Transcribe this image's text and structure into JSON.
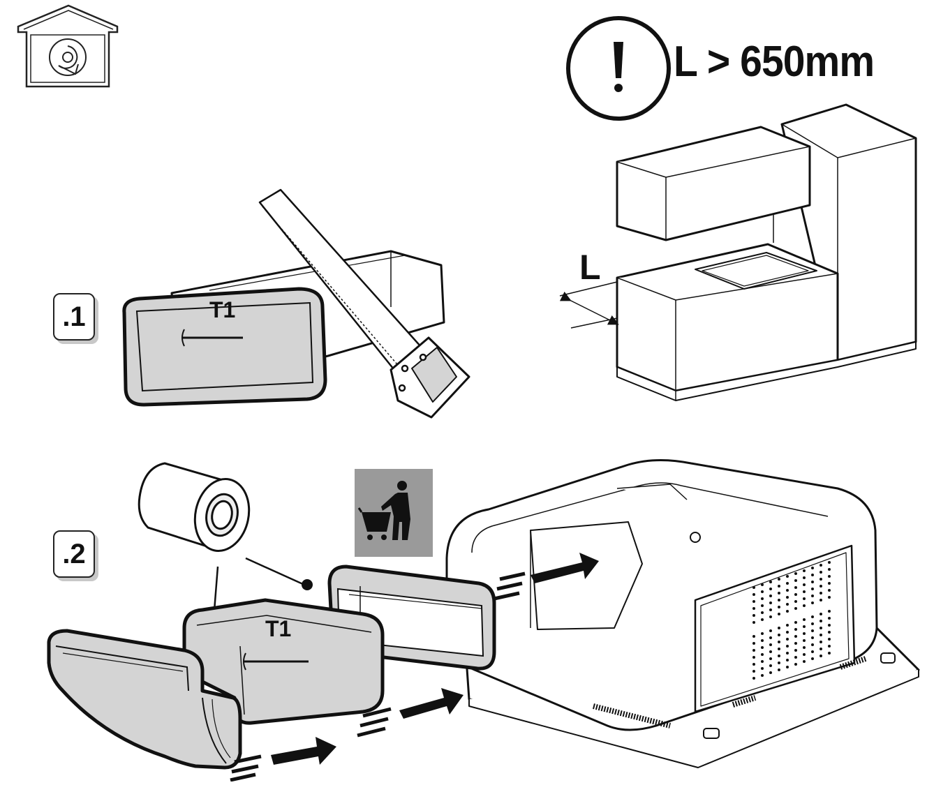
{
  "warning": {
    "requirement_text": "L > 650mm",
    "dimension_label": "L"
  },
  "steps": [
    {
      "number": ".1",
      "duct_label": "T1"
    },
    {
      "number": ".2",
      "duct_label": "T1"
    }
  ],
  "icons": {
    "recirculation": "house-recirculation-icon",
    "warning": "exclamation-circle-icon",
    "accessory": "shopping-cart-person-icon"
  },
  "colors": {
    "duct_fill": "#d4d4d4",
    "line": "#1a1a1a",
    "accessory_bg": "#9a9a9a"
  }
}
